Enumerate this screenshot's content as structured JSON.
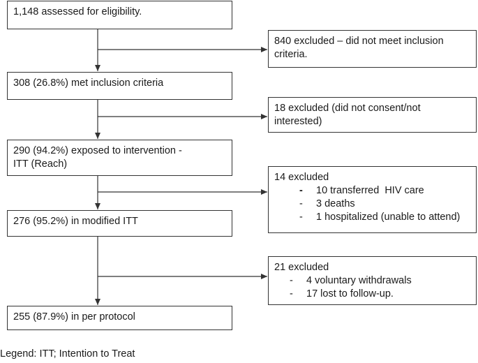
{
  "main_steps": [
    {
      "lines": [
        "1,148 assessed for eligibility."
      ]
    },
    {
      "lines": [
        "308 (26.8%) met inclusion criteria"
      ]
    },
    {
      "lines": [
        "290 (94.2%) exposed to intervention -",
        "ITT (Reach)"
      ]
    },
    {
      "lines": [
        "276 (95.2%) in modified ITT"
      ]
    },
    {
      "lines": [
        "255 (87.9%) in per protocol"
      ]
    }
  ],
  "exclusions": [
    {
      "lines": [
        "840 excluded – did not meet inclusion",
        "criteria."
      ],
      "items": []
    },
    {
      "lines": [
        "18 excluded (did not consent/not",
        "interested)"
      ],
      "items": []
    },
    {
      "lines": [
        "14 excluded"
      ],
      "items": [
        {
          "dash": "-",
          "text": "10 transferred  HIV care"
        },
        {
          "dash": "-",
          "text": "3 deaths"
        },
        {
          "dash": "-",
          "text": "1 hospitalized (unable to attend)"
        }
      ]
    },
    {
      "lines": [
        "21 excluded"
      ],
      "items": [
        {
          "dash": "-",
          "text": "4 voluntary withdrawals"
        },
        {
          "dash": "-",
          "text": "17 lost to follow-up."
        }
      ]
    }
  ],
  "legend": "Legend: ITT; Intention to Treat"
}
